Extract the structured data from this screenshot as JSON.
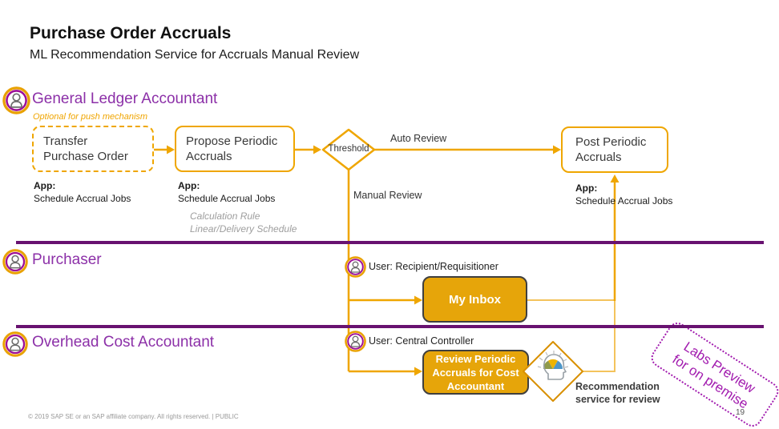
{
  "slide": {
    "title": "Purchase Order Accruals",
    "subtitle": "ML Recommendation Service for Accruals Manual Review",
    "footer": "© 2019 SAP SE or an SAP affiliate company. All rights reserved.  |  PUBLIC",
    "page_number": "19"
  },
  "colors": {
    "gold": "#EFA600",
    "gold_light": "#F4C35C",
    "gold_fill": "#E6A50A",
    "purple_divider": "#681270",
    "purple_label": "#8C30A8",
    "stamp_purple": "#A21CAF"
  },
  "lanes": {
    "ledger": {
      "label": "General Ledger Accountant"
    },
    "purchaser": {
      "label": "Purchaser"
    },
    "overhead": {
      "label": "Overhead Cost Accountant"
    }
  },
  "flow": {
    "optional_note": "Optional for push mechanism",
    "transfer": {
      "line1": "Transfer",
      "line2": "Purchase Order",
      "app_label": "App:",
      "app_name": "Schedule Accrual Jobs"
    },
    "propose": {
      "line1": "Propose Periodic",
      "line2": "Accruals",
      "app_label": "App:",
      "app_name": "Schedule Accrual Jobs",
      "note1": "Calculation Rule",
      "note2": "Linear/Delivery Schedule"
    },
    "threshold": {
      "label": "Threshold",
      "auto_label": "Auto Review",
      "manual_label": "Manual Review"
    },
    "post": {
      "line1": "Post Periodic",
      "line2": "Accruals",
      "app_label": "App:",
      "app_name": "Schedule Accrual Jobs"
    },
    "inbox": {
      "user": "User: Recipient/Requisitioner",
      "label": "My Inbox"
    },
    "review": {
      "user": "User: Central Controller",
      "line1": "Review Periodic",
      "line2": "Accruals for Cost",
      "line3": "Accountant"
    },
    "ml": {
      "note1": "Recommendation",
      "note2": "service for review"
    },
    "stamp": {
      "line1": "Labs Preview",
      "line2": "for on premise"
    }
  }
}
